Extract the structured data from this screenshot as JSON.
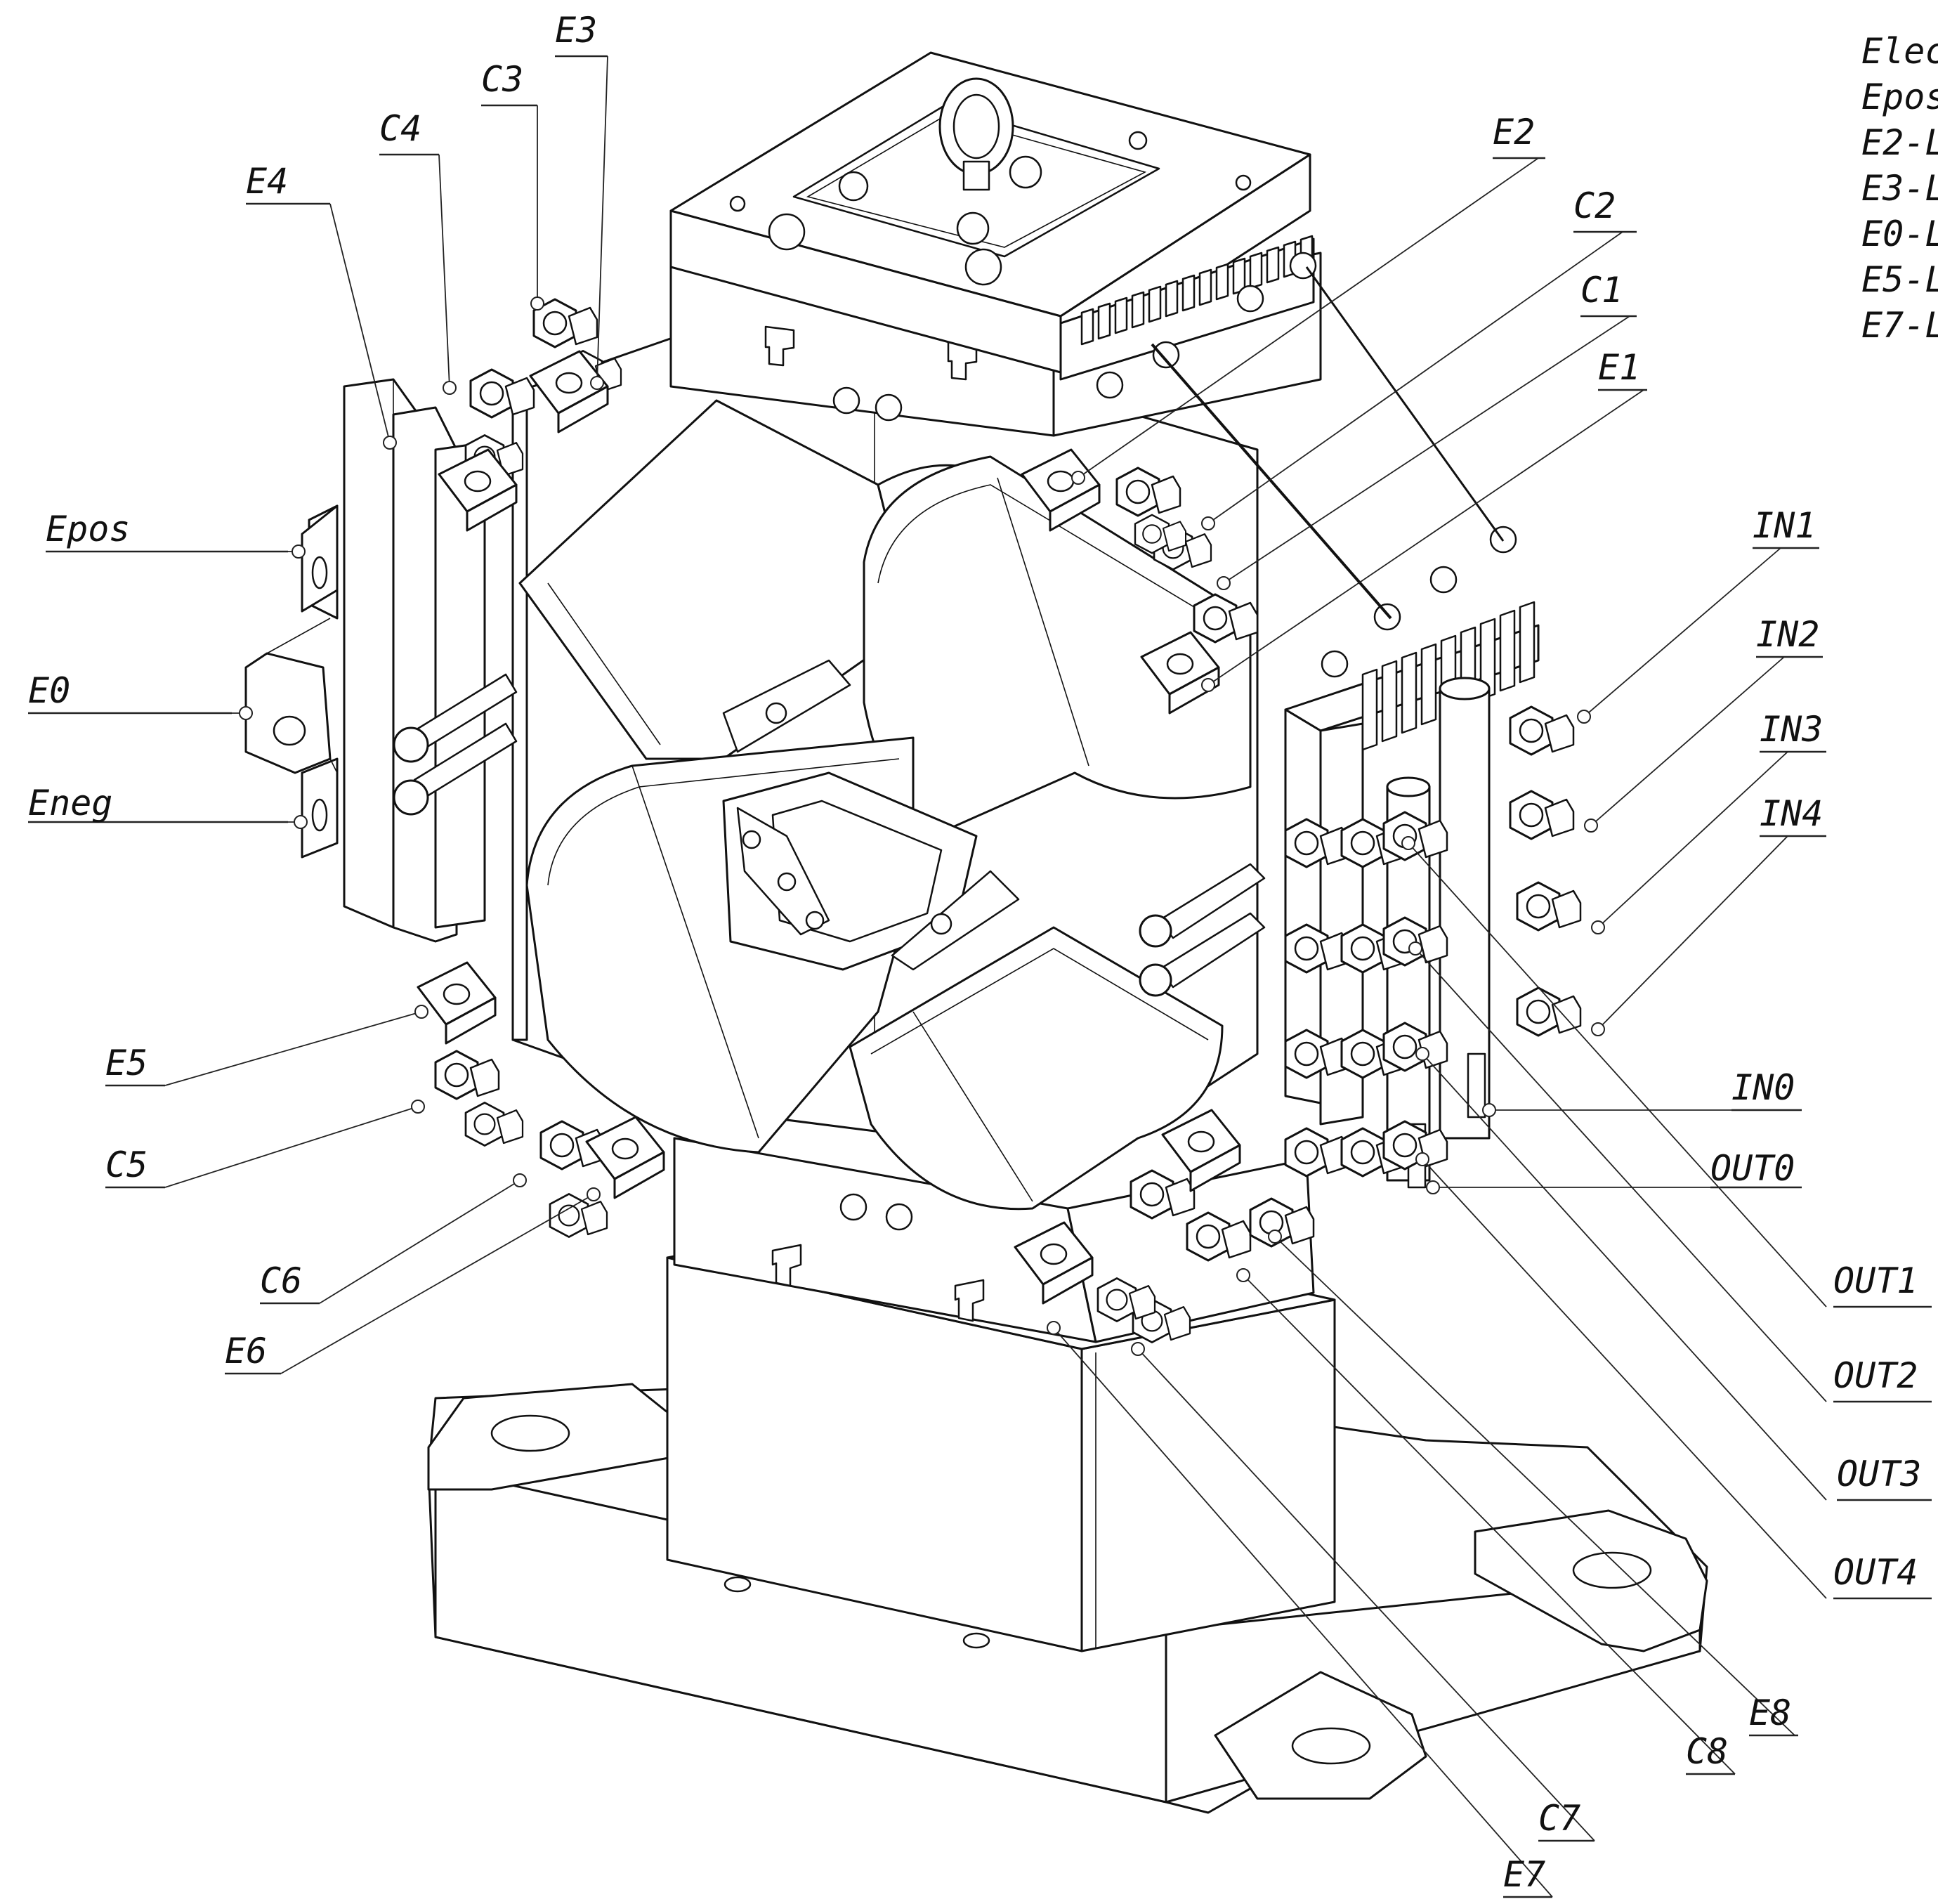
{
  "legend_lines": [
    "Elec",
    "Epos",
    "E2-L",
    "E3-L",
    "E0-L",
    "E5-L",
    "E7-L"
  ],
  "labels": [
    "E3",
    "C3",
    "C4",
    "E4",
    "E2",
    "C2",
    "C1",
    "E1",
    "Epos",
    "E0",
    "Eneg",
    "IN1",
    "IN2",
    "IN3",
    "IN4",
    "IN0",
    "OUT0",
    "OUT1",
    "OUT2",
    "OUT3",
    "OUT4",
    "E5",
    "C5",
    "C6",
    "E6",
    "E8",
    "C8",
    "C7",
    "E7"
  ]
}
